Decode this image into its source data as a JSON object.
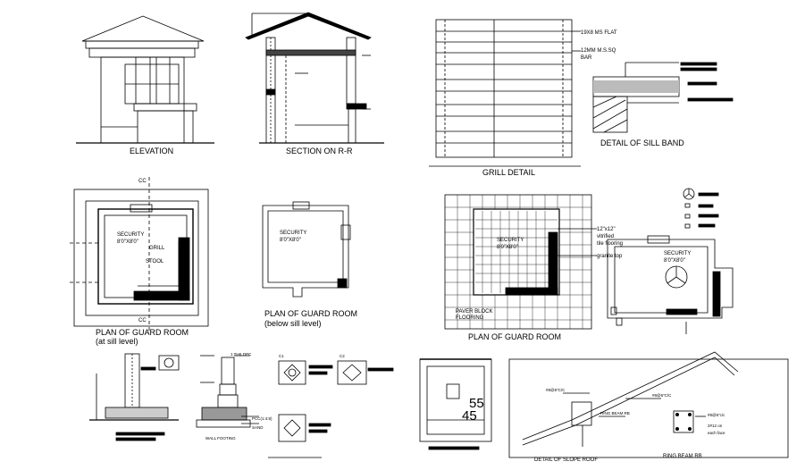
{
  "labels": {
    "elevation": "ELEVATION",
    "section": "SECTION ON R-R",
    "grill": "GRILL DETAIL",
    "sill_band": "DETAIL OF SILL BAND",
    "plan1_title": "PLAN OF GUARD ROOM",
    "plan1_sub": "(at sill level)",
    "plan2_title": "PLAN OF GUARD ROOM",
    "plan2_sub": "(below sill level)",
    "plan3_title": "PLAN OF GUARD ROOM",
    "slope_roof": "DETAIL OF SLOPE ROOF",
    "ring_beam_rb": "RING BEAM RB",
    "wall_footing": "WALL FOOTING"
  },
  "annotations": {
    "flat": "19X8 MS FLAT",
    "sq_bar_1": "12MM M.S.SQ",
    "sq_bar_2": "BAR",
    "security": "SECURITY",
    "size_8x8": "8'0\"X8'0\"",
    "grill_tag": "GRILL",
    "stool": "STOOL",
    "tile_1": "12\"x12\"",
    "tile_2": "vitrified",
    "tile_3": "tile flooring",
    "granite": "granite top",
    "paver_1": "PAVER BLOCK",
    "paver_2": "FLOORING",
    "dpc": "1 THK DPC",
    "pcc": "PCC(1:4:8)",
    "sand": "SAND",
    "c1": "C1",
    "c2": "C2",
    "ring_beam": "RING BEAM RB",
    "bar_6": "#8@6\"C/C",
    "bar_6b": "#8@6\"c/c",
    "bar_12a": "2#12 on",
    "bar_12b": "each face",
    "dim_55": "55",
    "dim_45": "45",
    "cc": "CC"
  }
}
